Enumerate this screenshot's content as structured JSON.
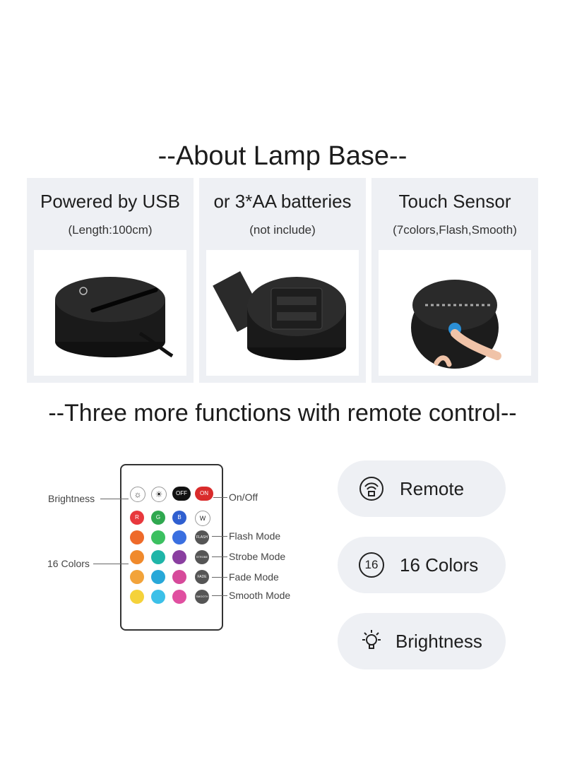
{
  "titles": {
    "about": "--About Lamp Base--",
    "functions": "--Three more functions with remote control--"
  },
  "panels": [
    {
      "heading": "Powered by USB",
      "sub": "(Length:100cm)"
    },
    {
      "heading": "or 3*AA batteries",
      "sub": "(not include)"
    },
    {
      "heading": "Touch Sensor",
      "sub": "(7colors,Flash,Smooth)"
    }
  ],
  "remote": {
    "buttons": {
      "off": "OFF",
      "on": "ON",
      "r": "R",
      "g": "G",
      "b": "B",
      "w": "W",
      "flash": "FLASH",
      "strobe": "STROBE",
      "fade": "FADE",
      "smooth": "SMOOTH"
    },
    "callouts": {
      "brightness": "Brightness",
      "colors": "16 Colors",
      "onoff": "On/Off",
      "flash": "Flash Mode",
      "strobe": "Strobe Mode",
      "fade": "Fade Mode",
      "smooth": "Smooth Mode"
    },
    "colors": {
      "red": "#e8383d",
      "green": "#2fa84f",
      "blue": "#2f5fd0",
      "orange1": "#ee6a2a",
      "lgreen1": "#3cc060",
      "blue2": "#3a6fe0",
      "orange2": "#f08a2c",
      "teal": "#1fb5a8",
      "purple": "#8a3fa0",
      "orange3": "#f2a33a",
      "cyan": "#28a8d8",
      "pink": "#d64a9a",
      "yellow": "#f5d23a",
      "lblue": "#3cc0e8",
      "magenta": "#e04fa0"
    }
  },
  "features": [
    {
      "icon": "remote-signal-icon",
      "label": "Remote"
    },
    {
      "icon": "sixteen-badge-icon",
      "badge": "16",
      "label": "16 Colors"
    },
    {
      "icon": "bulb-icon",
      "label": "Brightness"
    }
  ]
}
